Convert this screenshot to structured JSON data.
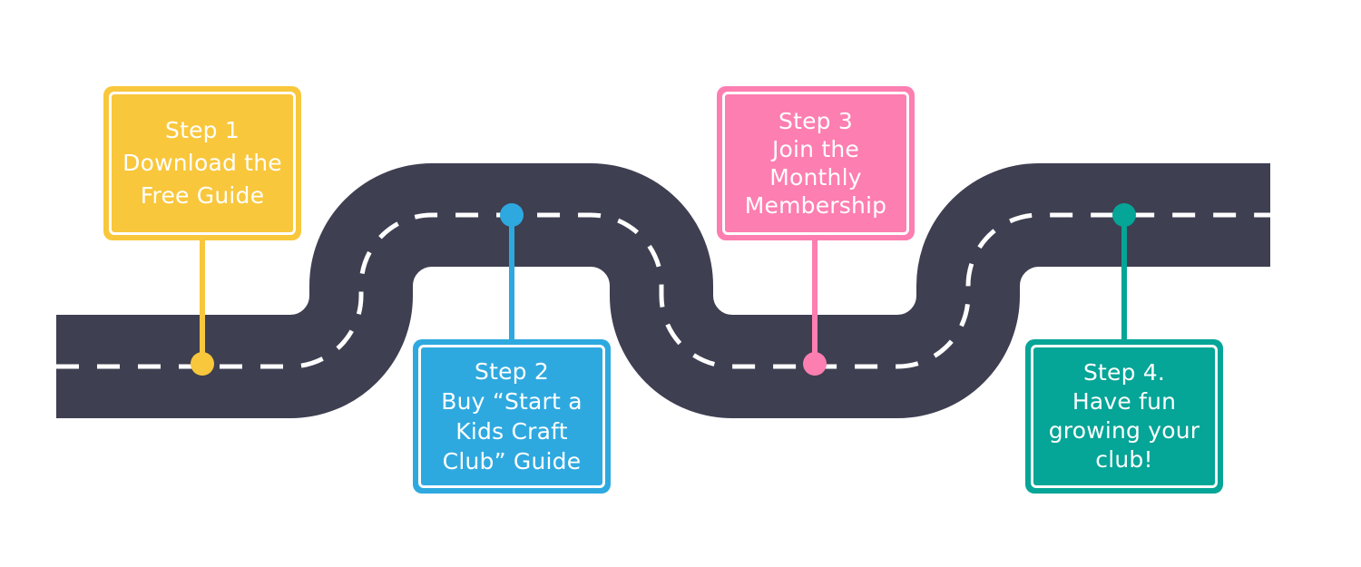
{
  "colors": {
    "road": "#3e3f51",
    "lane_marking": "#ffffff",
    "background": "#ffffff"
  },
  "steps": [
    {
      "lines": [
        "Step 1",
        "Download the",
        "Free Guide"
      ],
      "color": "#f9c73c"
    },
    {
      "lines": [
        "Step 2",
        "Buy “Start a",
        "Kids Craft",
        "Club” Guide"
      ],
      "color": "#2ea9e0"
    },
    {
      "lines": [
        "Step 3",
        "Join the",
        "Monthly",
        "Membership"
      ],
      "color": "#fd7eb0"
    },
    {
      "lines": [
        "Step 4.",
        "Have fun",
        "growing your",
        "club!"
      ],
      "color": "#05a597"
    }
  ]
}
